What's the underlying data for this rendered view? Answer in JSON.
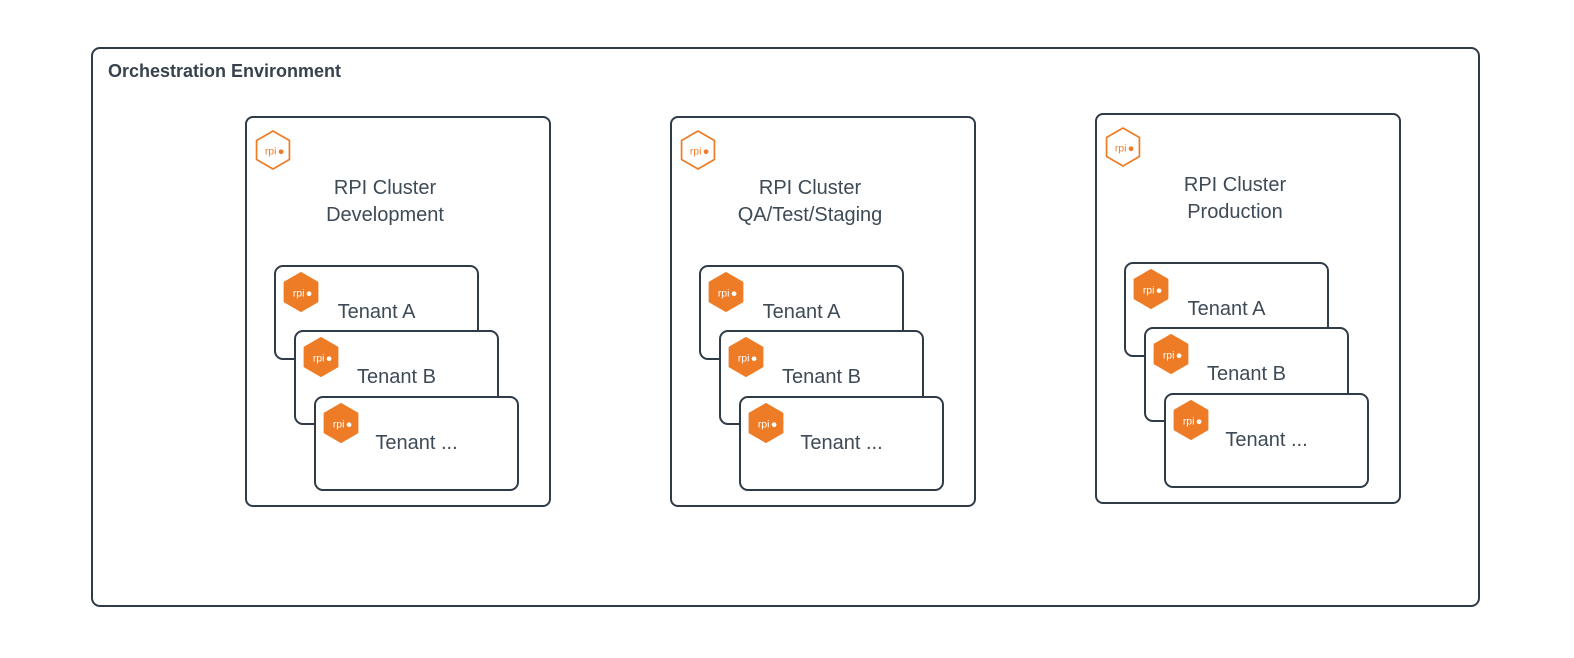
{
  "colors": {
    "background": "#ffffff",
    "border": "#303b48",
    "title_text": "#38424d",
    "text": "#3e4a56",
    "orange": "#ee7c26"
  },
  "logo": {
    "text": "rpi"
  },
  "environment": {
    "title": "Orchestration Environment",
    "clusters": [
      {
        "title_line1": "RPI Cluster",
        "title_line2": "Development",
        "tenants": [
          "Tenant A",
          "Tenant B",
          "Tenant ..."
        ]
      },
      {
        "title_line1": "RPI Cluster",
        "title_line2": "QA/Test/Staging",
        "tenants": [
          "Tenant A",
          "Tenant B",
          "Tenant ..."
        ]
      },
      {
        "title_line1": "RPI Cluster",
        "title_line2": "Production",
        "tenants": [
          "Tenant A",
          "Tenant B",
          "Tenant ..."
        ]
      }
    ]
  }
}
